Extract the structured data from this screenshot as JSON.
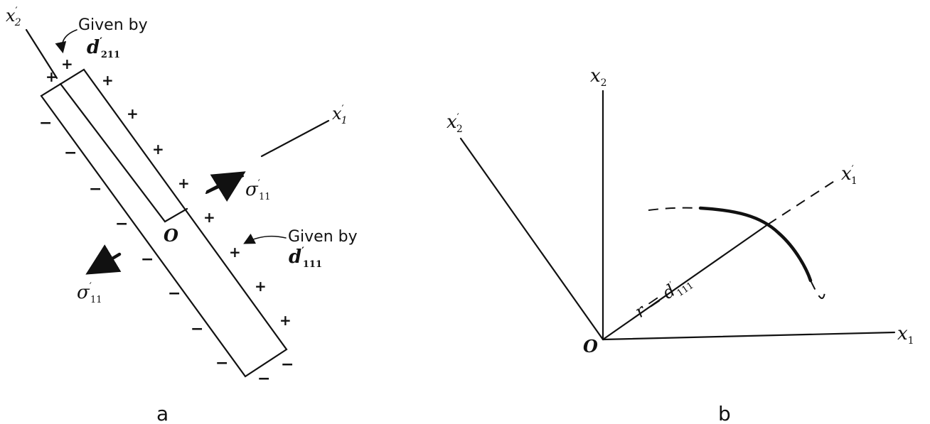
{
  "panel_a": {
    "label": "a",
    "axis_x1p": "x",
    "axis_x1p_sub": "1",
    "axis_x2p": "x",
    "axis_x2p_sub": "2",
    "origin": "O",
    "given_top_text": "Given by",
    "given_top_d": "d",
    "given_top_sub": "211",
    "given_right_text": "Given by",
    "given_right_d": "d",
    "given_right_sub": "111",
    "sigma": "σ",
    "sigma_sub": "11",
    "plus": "+",
    "minus": "−"
  },
  "panel_b": {
    "label": "b",
    "axis_x1": "x",
    "axis_x1_sub": "1",
    "axis_x2": "x",
    "axis_x2_sub": "2",
    "axis_x1p": "x",
    "axis_x1p_sub": "1",
    "axis_x2p": "x",
    "axis_x2p_sub": "2",
    "origin": "O",
    "radius_r": "r = d",
    "radius_sub": "111"
  }
}
